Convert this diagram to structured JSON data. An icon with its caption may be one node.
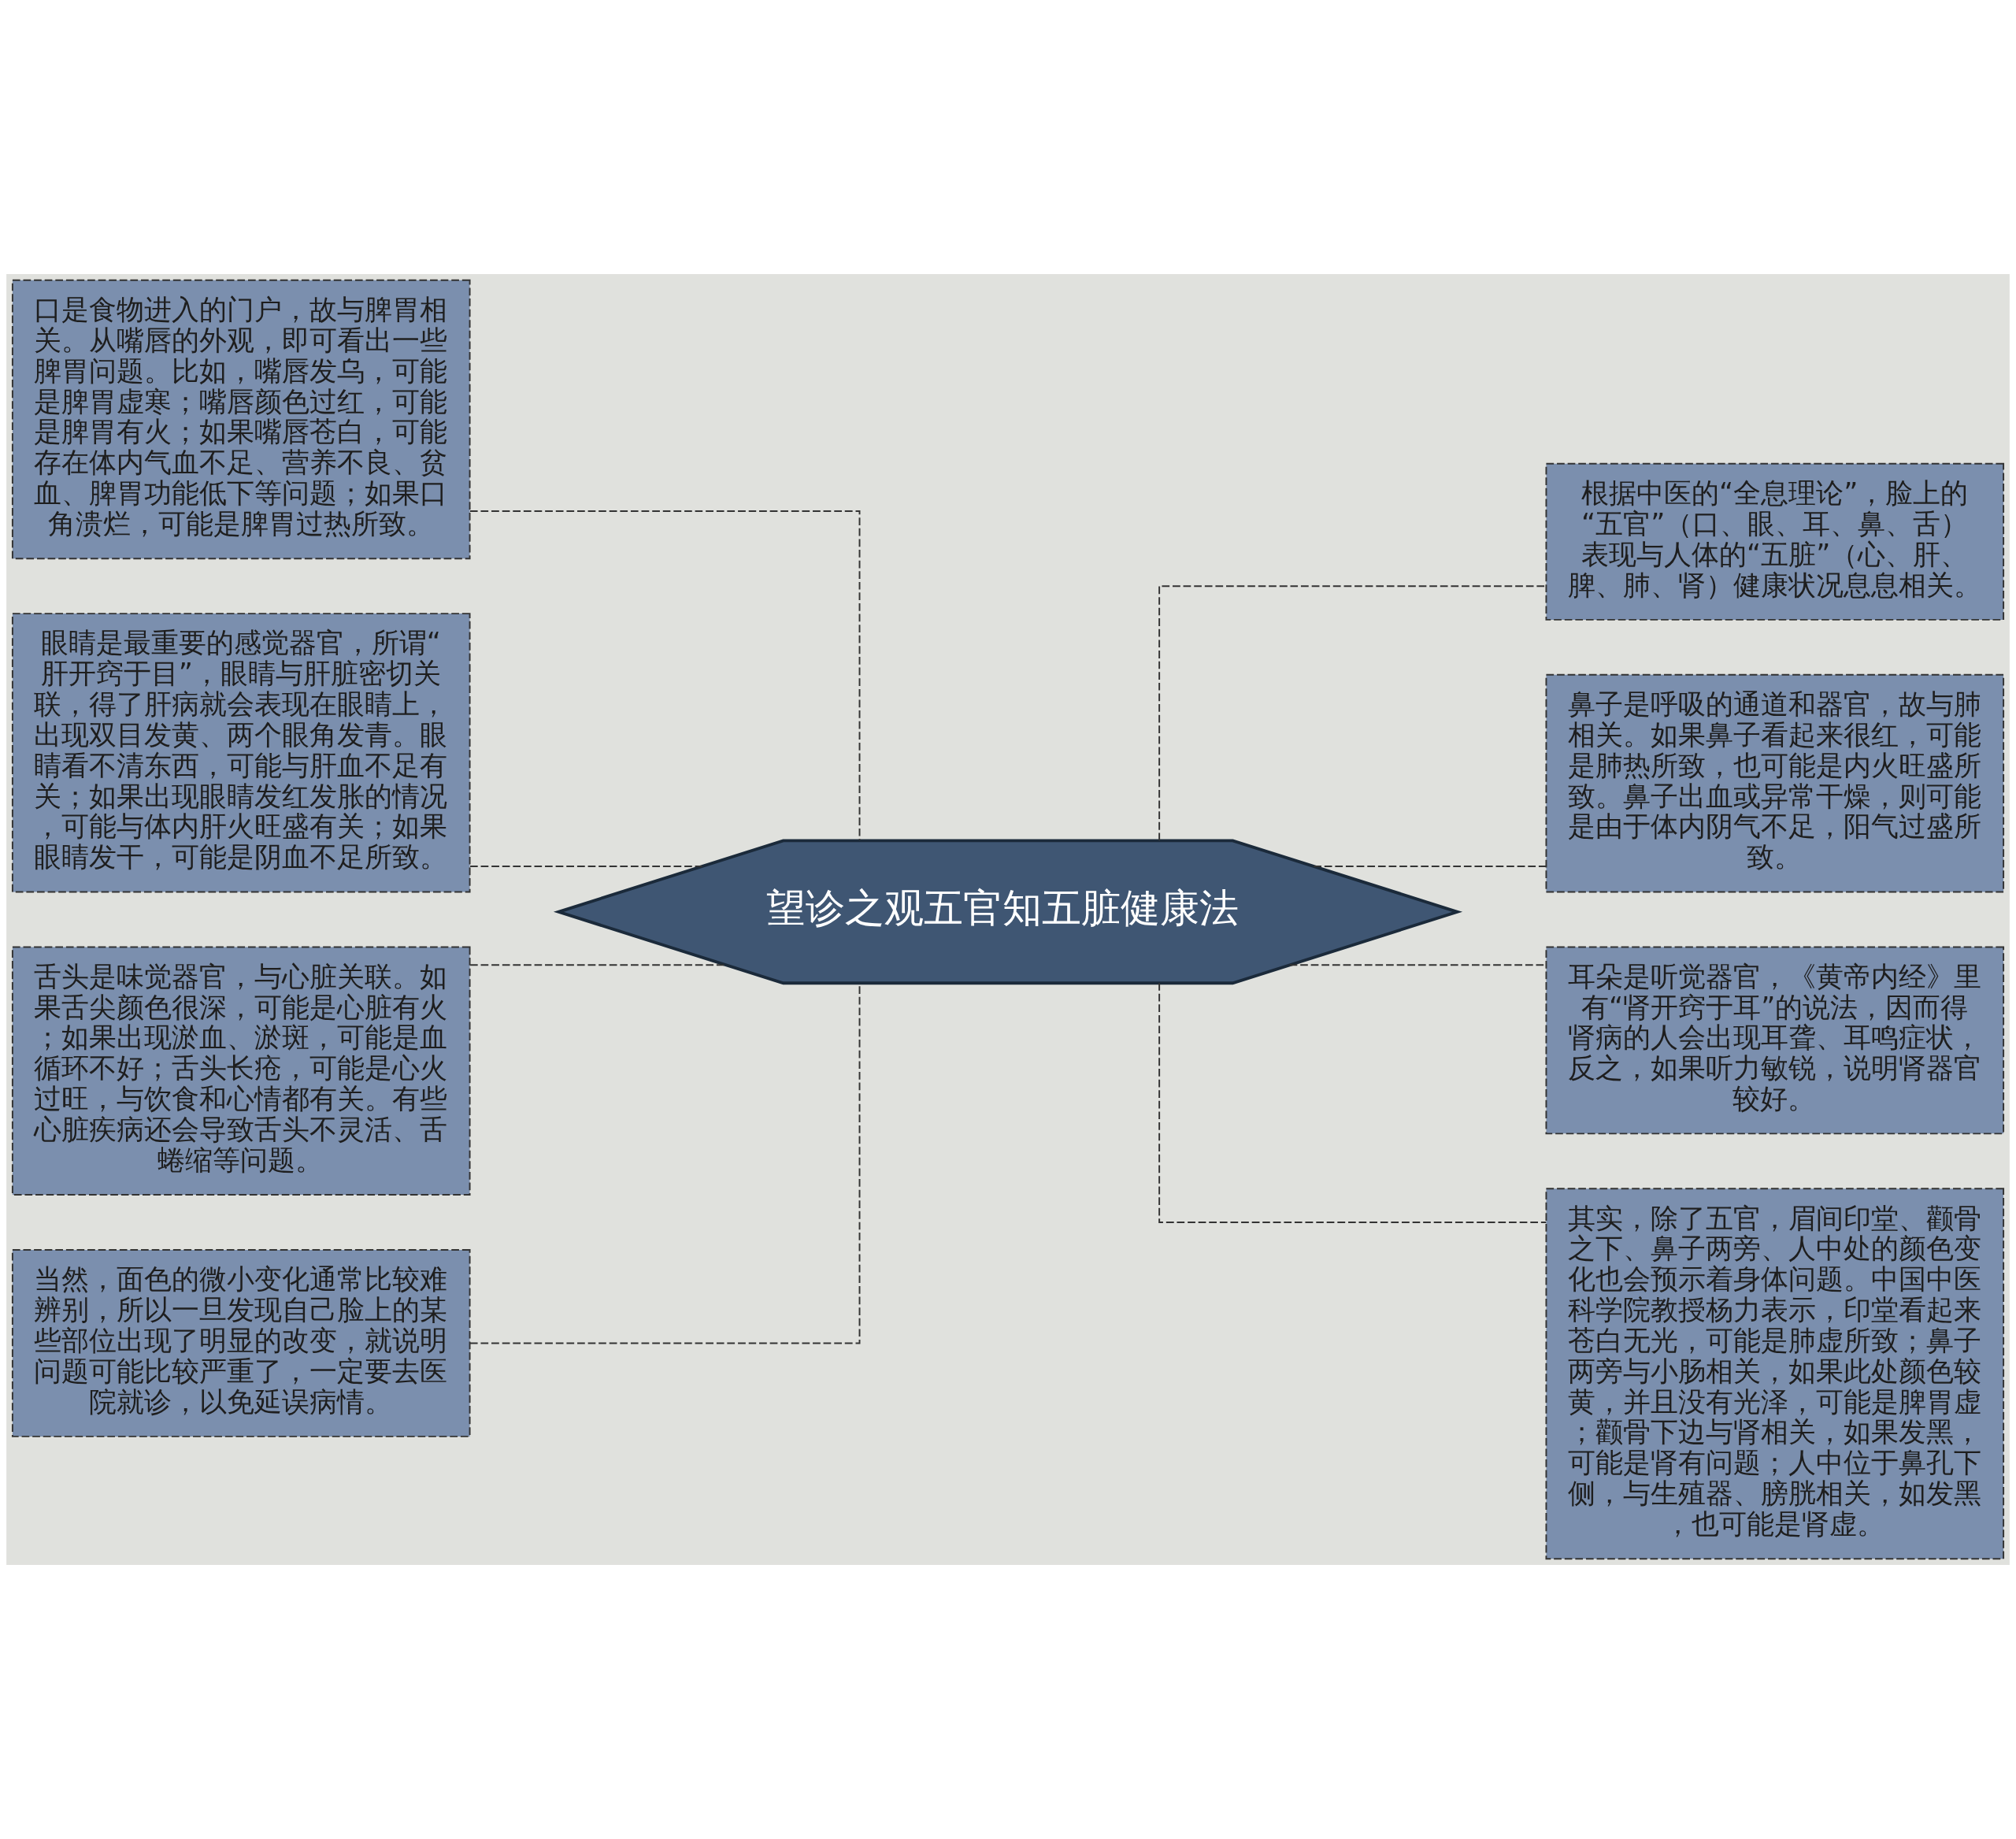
{
  "diagram": {
    "nodes": [
      {
        "text": [
          "望诊之观五官知五脏健康法"
        ]
      },
      {
        "text": [
          "口是食物进入的门户，故与脾胃相关。从嘴唇的外观，即可看出一些脾胃问题。比如，嘴唇发乌，可能是脾胃虚寒；嘴唇颜色过红，可能是脾胃有火；如果嘴唇苍白，可能存在体内气血不足、营养不良、贫血、脾胃功能低下等问题；如果口角溃烂，可能是脾胃过热所致。"
        ]
      },
      {
        "text": [
          "眼睛是最重要的感觉器官，所谓“肝开窍于目”，眼睛与肝脏密切关联，得了肝病就会表现在眼睛上，出现双目发黄、两个眼角发青。眼睛看不清东西，可能与肝血不足有关；如果出现眼睛发红发胀的情况，可能与体内肝火旺盛有关；如果眼睛发干，可能是阴血不足所致。"
        ]
      },
      {
        "text": [
          "舌头是味觉器官，与心脏关联。如果舌尖颜色很深，可能是心脏有火；如果出现淤血、淤斑，可能是血循环不好；舌头长疮，可能是心火过旺，与饮食和心情都有关。有些心脏疾病还会导致舌头不灵活、舌蜷缩等问题。"
        ]
      },
      {
        "text": [
          "当然，面色的微小变化通常比较难辨别，所以一旦发现自己脸上的某些部位出现了明显的改变，就说明问题可能比较严重了，一定要去医院就诊，以免延误病情。"
        ]
      },
      {
        "text": [
          "根据中医的“全息理论”，脸上的“五官”（口、眼、耳、鼻、舌）表现与人体的“五脏”（心、肝、脾、肺、肾）健康状况息息相关。"
        ]
      },
      {
        "text": [
          "鼻子是呼吸的通道和器官，故与肺相关。如果鼻子看起来很红，可能是肺热所致，也可能是内火旺盛所致。鼻子出血或异常干燥，则可能是由于体内阴气不足，阳气过盛所致。"
        ]
      },
      {
        "text": [
          "耳朵是听觉器官，《黄帝内经》里有“肾开窍于耳”的说法，因而得肾病的人会出现耳聋、耳鸣症状，反之，如果听力敏锐，说明肾器官较好。"
        ]
      },
      {
        "text": [
          "其实，除了五官，眉间印堂、颧骨之下、鼻子两旁、人中处的颜色变化也会预示着身体问题。中国中医科学院教授杨力表示，印堂看起来苍白无光，可能是肺虚所致；鼻子两旁与小肠相关，如果此处颜色较黄，并且没有光泽，可能是脾胃虚；颧骨下边与肾相关，如果发黑，可能是肾有问题；人中位于鼻孔下侧，与生殖器、膀胱相关，如发黑，也可能是肾虚。"
        ]
      }
    ],
    "edges": [
      {
        "from": 0,
        "to": 1,
        "arrow": "none",
        "style": "dashed"
      },
      {
        "from": 0,
        "to": 2,
        "arrow": "none",
        "style": "dashed"
      },
      {
        "from": 0,
        "to": 3,
        "arrow": "none",
        "style": "dashed"
      },
      {
        "from": 0,
        "to": 4,
        "arrow": "none",
        "style": "dashed"
      },
      {
        "from": 0,
        "to": 5,
        "arrow": "none",
        "style": "dashed"
      },
      {
        "from": 0,
        "to": 6,
        "arrow": "none",
        "style": "dashed"
      },
      {
        "from": 0,
        "to": 7,
        "arrow": "none",
        "style": "dashed"
      },
      {
        "from": 0,
        "to": 8,
        "arrow": "none",
        "style": "dashed"
      }
    ]
  }
}
